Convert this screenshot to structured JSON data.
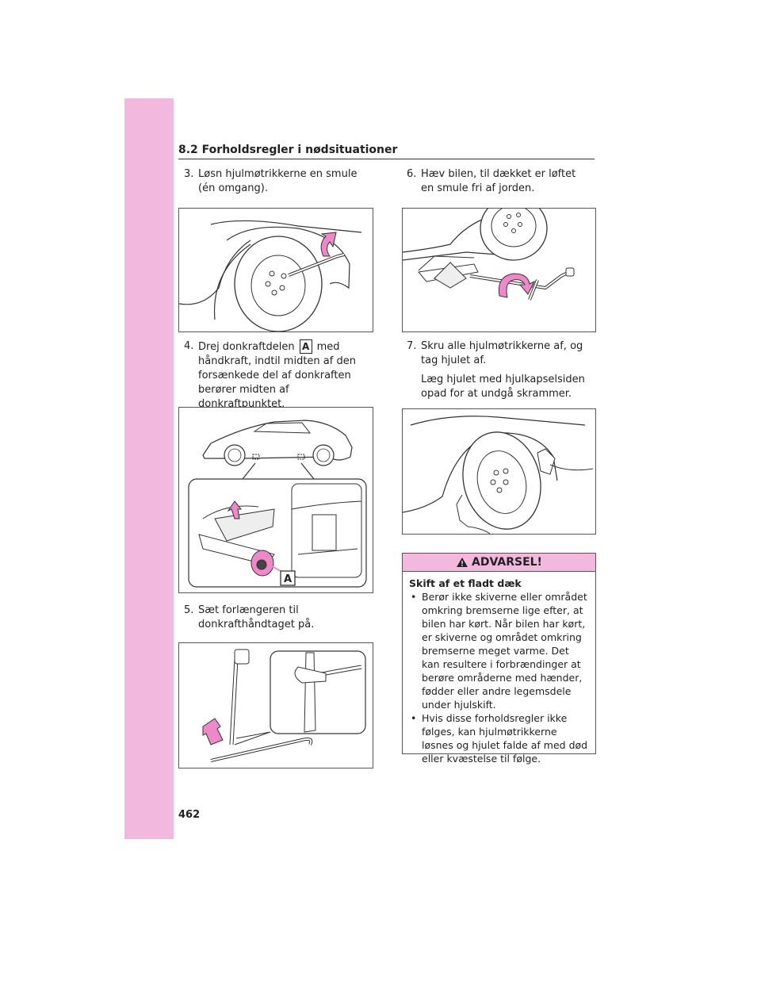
{
  "header": {
    "section": "8.2 Forholdsregler i nødsituationer"
  },
  "steps": [
    {
      "num": "3.",
      "text": "Løsn hjulmøtrikkerne en smule (én omgang)."
    },
    {
      "num": "4.",
      "text_pre": "Drej donkraftdelen",
      "label": "A",
      "text_post": "med håndkraft, indtil midten af den forsænkede del af donkraften berører midten af donkraftpunktet."
    },
    {
      "num": "5.",
      "text": "Sæt forlængeren til donkrafthåndtaget på."
    },
    {
      "num": "6.",
      "text": "Hæv bilen, til dækket er løftet en smule fri af jorden."
    },
    {
      "num": "7.",
      "text": "Skru alle hjulmøtrikkerne af, og tag hjulet af.",
      "note": "Læg hjulet med hjulkapselsiden opad for at undgå skrammer."
    }
  ],
  "figure_labels": {
    "jack_part": "A"
  },
  "warning": {
    "title": "ADVARSEL!",
    "subtitle": "Skift af et fladt dæk",
    "bullets": [
      "Berør ikke skiverne eller området omkring bremserne lige efter, at bilen har kørt. Når bilen har kørt, er skiverne og området omkring bremserne meget varme. Det kan resultere i forbrændinger at berøre områderne med hænder, fødder eller andre legemsdele under hjulskift.",
      "Hvis disse forholdsregler ikke følges, kan hjulmøtrikkerne løsnes og hjulet falde af med død eller kvæstelse til følge."
    ]
  },
  "page_number": "462",
  "colors": {
    "accent_pink": "#f2b8de",
    "arrow_pink": "#ee88c8"
  },
  "icons": {
    "warning": "warning-triangle-icon"
  }
}
